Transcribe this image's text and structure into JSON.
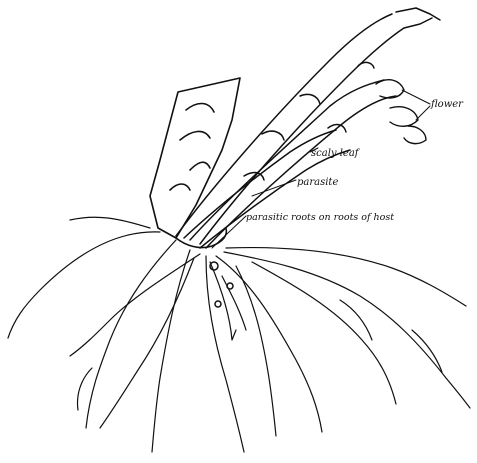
{
  "labels": {
    "flower": "flower",
    "scaly_leaf": "scaly leaf",
    "parasite": "parasite",
    "parasitic_roots": "parasitic roots on roots of host"
  },
  "colors": {
    "ink": "#111111",
    "paper": "#ffffff"
  }
}
